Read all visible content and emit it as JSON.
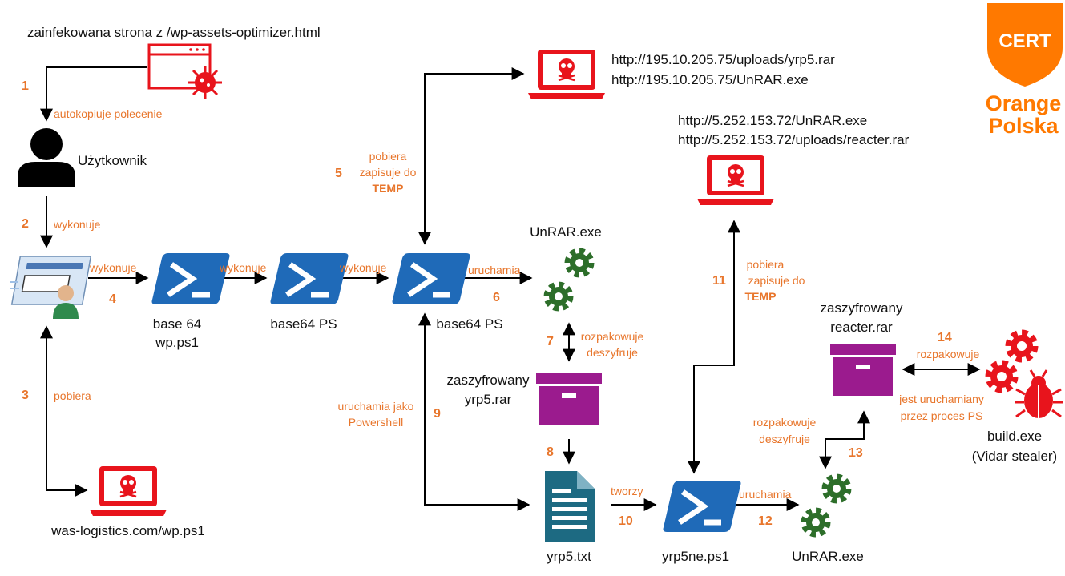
{
  "brand": {
    "badge": "CERT",
    "line1": "Orange",
    "line2": "Polska",
    "color": "#ff7900"
  },
  "colors": {
    "red": "#e8141c",
    "orange": "#e8762c",
    "green": "#2d6e2a",
    "purple": "#9b1b8e",
    "blue": "#1f6ab8",
    "teal": "#1d6a82"
  },
  "labels": {
    "infected_site": "zainfekowana strona z /wp-assets-optimizer.html",
    "user": "Użytkownik",
    "base64_wp_l1": "base 64",
    "base64_wp_l2": "wp.ps1",
    "base64ps_1": "base64 PS",
    "base64ps_2": "base64 PS",
    "was_logistics": "was-logistics.com/wp.ps1",
    "url_yrp5_rar": "http://195.10.205.75/uploads/yrp5.rar",
    "url_unrar_1": "http://195.10.205.75/UnRAR.exe",
    "url_unrar_2": "http://5.252.153.72/UnRAR.exe",
    "url_reacter": "http://5.252.153.72/uploads/reacter.rar",
    "unrar_top": "UnRAR.exe",
    "zaszyfrowany_1": "zaszyfrowany",
    "yrp5_rar": "yrp5.rar",
    "yrp5_txt": "yrp5.txt",
    "yrp5ne": "yrp5ne.ps1",
    "unrar_bottom": "UnRAR.exe",
    "zaszyfrowany_2": "zaszyfrowany",
    "reacter_rar": "reacter.rar",
    "build_exe": "build.exe",
    "vidar": "(Vidar stealer)"
  },
  "actions": {
    "autokopiuje": "autokopiuje polecenie",
    "wykonuje_1": "wykonuje",
    "pobiera_1": "pobiera",
    "wykonuje_2": "wykonuje",
    "wykonuje_3": "wykonuje",
    "wykonuje_4": "wykonuje",
    "pobiera_5": "pobiera",
    "zapisuje_5": "zapisuje do",
    "temp_5": "TEMP",
    "uruchamia_6": "uruchamia",
    "rozpakowuje_7": "rozpakowuje",
    "deszyfruje_7": "deszyfruje",
    "uruchamia_jako": "uruchamia jako",
    "powershell": "Powershell",
    "tworzy": "tworzy",
    "pobiera_11": "pobiera",
    "zapisuje_11": "zapisuje do",
    "temp_11": "TEMP",
    "uruchamia_12": "uruchamia",
    "rozpakowuje_13": "rozpakowuje",
    "deszyfruje_13": "deszyfruje",
    "rozpakowuje_14": "rozpakowuje",
    "jest_uruchamiany": "jest uruchamiany",
    "przez_proces": "przez proces PS"
  },
  "steps": {
    "s1": "1",
    "s2": "2",
    "s3": "3",
    "s4": "4",
    "s5": "5",
    "s6": "6",
    "s7": "7",
    "s8": "8",
    "s9": "9",
    "s10": "10",
    "s11": "11",
    "s12": "12",
    "s13": "13",
    "s14": "14"
  },
  "icons": {
    "browser_virus": "infected-browser-icon",
    "user": "user-silhouette-icon",
    "run_dialog": "run-dialog-icon",
    "powershell": "powershell-icon",
    "laptop_skull": "malicious-laptop-icon",
    "gears": "gears-icon",
    "archive": "archive-box-icon",
    "document": "text-document-icon",
    "bug": "malware-bug-icon"
  }
}
